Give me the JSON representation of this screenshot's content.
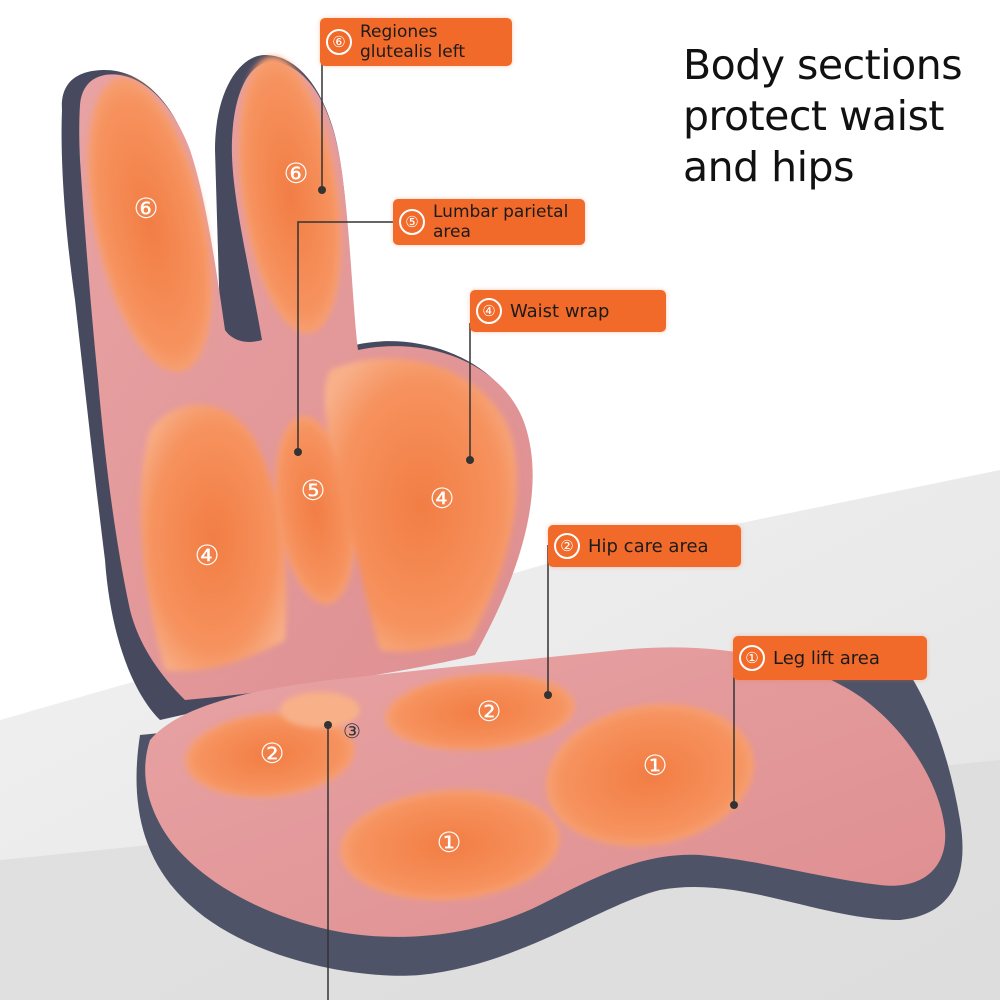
{
  "headline": [
    "Body sections",
    "protect waist",
    "and hips"
  ],
  "callouts": [
    {
      "num": "⑥",
      "label": "Regiones glutealis left"
    },
    {
      "num": "⑤",
      "label": "Lumbar parietal area"
    },
    {
      "num": "④",
      "label": "Waist wrap"
    },
    {
      "num": "②",
      "label": "Hip care area"
    },
    {
      "num": "①",
      "label": "Leg lift area"
    }
  ],
  "zone_markers": {
    "ear_left": "⑥",
    "ear_right": "⑥",
    "back_left": "④",
    "lumbar": "⑤",
    "back_right": "④",
    "seat_hip_left": "②",
    "center_gap": "③",
    "seat_hip_back": "②",
    "seat_leg_front": "①",
    "seat_leg_right": "①"
  },
  "colors": {
    "cushion_pink": "#e49a9c",
    "zone_orange": "#f6864f",
    "base_navy": "#4f5368",
    "callout_orange": "#f26a2a"
  }
}
